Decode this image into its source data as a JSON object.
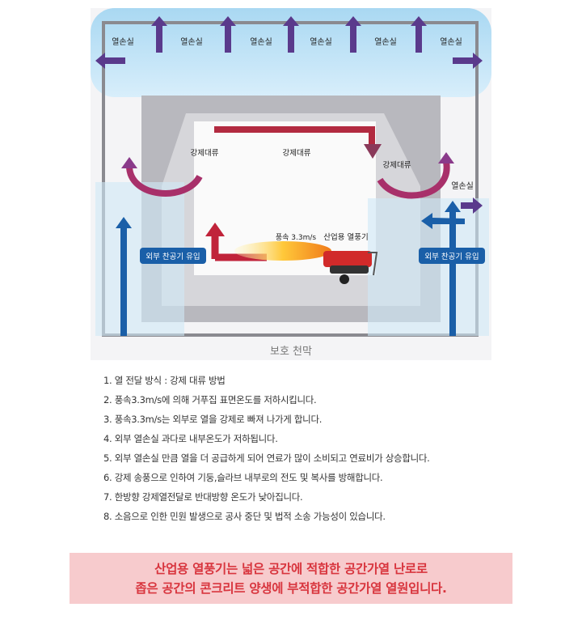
{
  "diagram": {
    "heat_loss": "열손실",
    "forced_convection": "강제대류",
    "wind_speed": "풍속 3.3m/s",
    "heater": "산업용 열풍기",
    "cold_air_inflow": "외부 찬공기 유입",
    "caption": "보호 천막"
  },
  "items": [
    "1. 열 전달 방식 : 강제 대류 방법",
    "2. 풍속3.3m/s에 의해 거푸집 표면온도를 저하시킵니다.",
    "3. 풍속3.3m/s는 외부로 열을 강제로 빠져 나가게 합니다.",
    "4. 외부 열손실 과다로 내부온도가 저하됩니다.",
    "5. 외부 열손실 만큼 열을 더 공급하게 되어 연료가 많이 소비되고 연료비가 상승합니다.",
    "6. 강제 송풍으로 인하여 기둥,슬라브 내부로의 전도 및 복사를 방해합니다.",
    "7. 한방향 강제열전달로 반대방향 온도가 낮아집니다.",
    "8. 소음으로 인한 민원 발생으로 공사 중단 및 법적 소송 가능성이 있습니다."
  ],
  "banner": {
    "line1": "산업용 열풍기는 넓은 공간에 적합한 공간가열 난로로",
    "line2": "좁은 공간의 콘크리트 양생에 부적합한 공간가열 열원입니다."
  },
  "colors": {
    "banner_bg": "#f7cbcd",
    "banner_text": "#d8353e",
    "arrow_blue": "#1a5fa8",
    "arrow_purple": "#5a3a8c",
    "arrow_red": "#c0233a"
  }
}
